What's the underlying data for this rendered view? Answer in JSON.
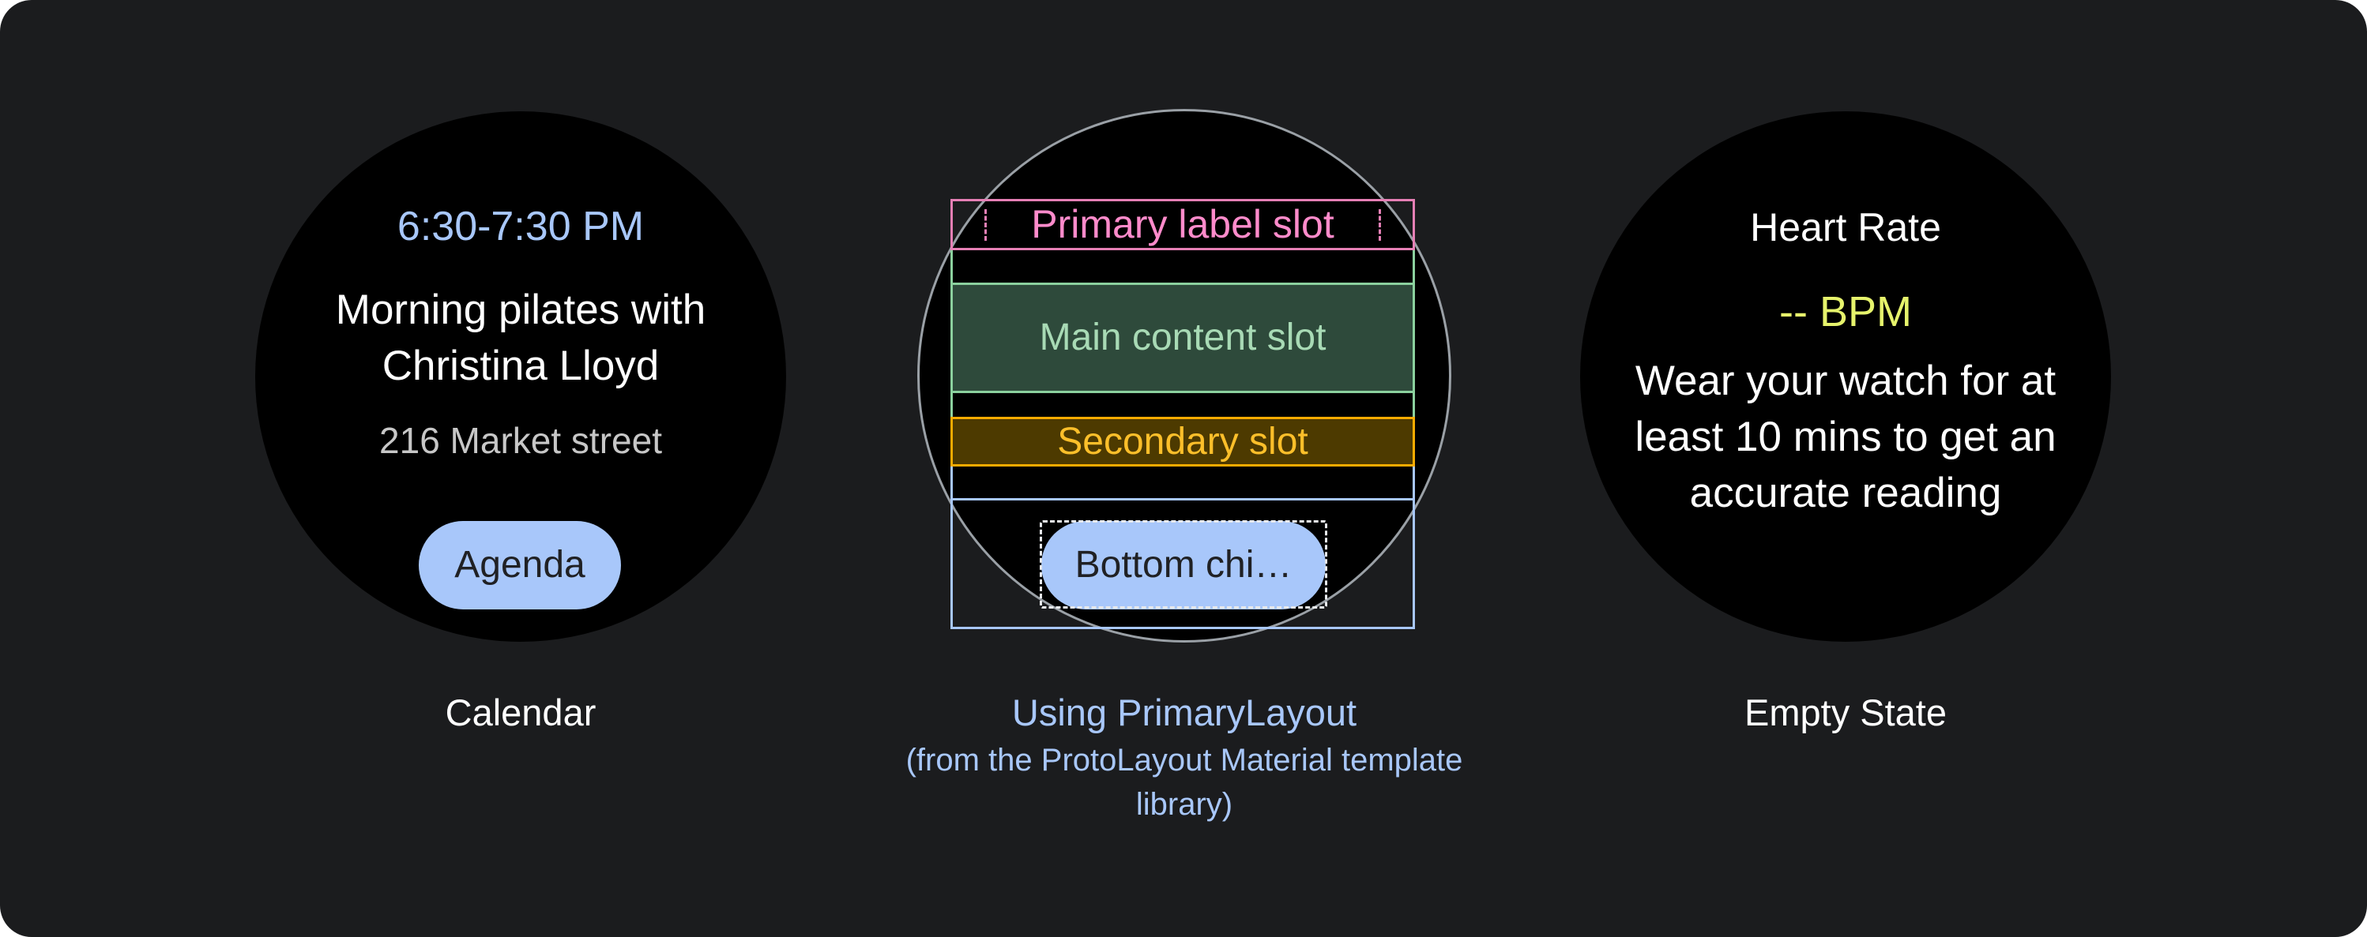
{
  "calendar": {
    "time": "6:30-7:30 PM",
    "title": "Morning pilates with Christina Lloyd",
    "location": "216 Market street",
    "chip_label": "Agenda",
    "caption": "Calendar"
  },
  "layout": {
    "primary_label_slot": "Primary label slot",
    "main_content_slot": "Main content slot",
    "secondary_slot": "Secondary slot",
    "bottom_chip": "Bottom chi…",
    "caption": "Using PrimaryLayout",
    "caption_sub": "(from the ProtoLayout Material template library)"
  },
  "empty_state": {
    "title": "Heart Rate",
    "value": "-- BPM",
    "message": "Wear your watch for at least 10 mins to get an accurate reading",
    "caption": "Empty State"
  },
  "colors": {
    "background": "#1b1c1e",
    "watch_face": "#000000",
    "accent_blue": "#a8c7fa",
    "slot_pink": "#e57fb5",
    "slot_green": "#8bd19e",
    "slot_amber": "#f9ab00",
    "bpm_yellow": "#e6f36c"
  }
}
